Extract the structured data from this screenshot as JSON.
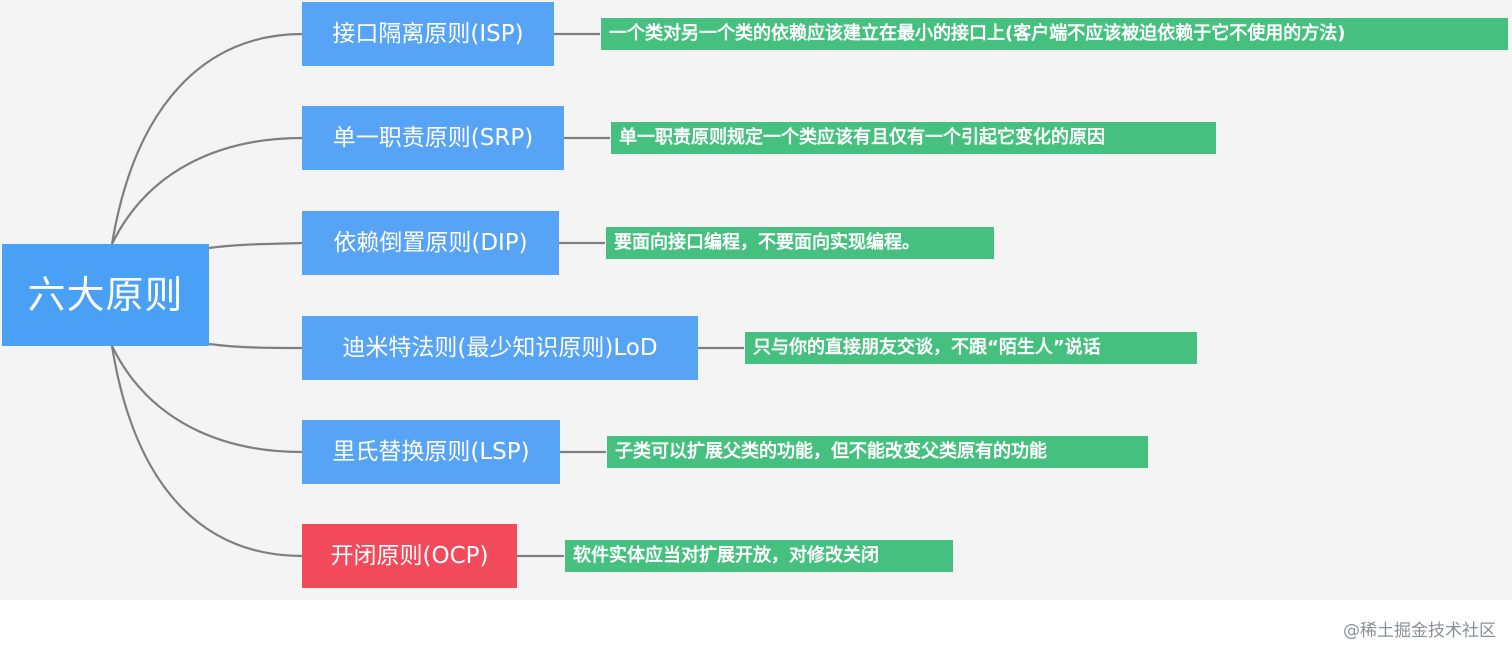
{
  "diagram": {
    "root": {
      "label": "六大原则"
    },
    "branches": [
      {
        "label": "接口隔离原则(ISP)",
        "description": "一个类对另一个类的依赖应该建立在最小的接口上(客户端不应该被迫依赖于它不使用的方法)"
      },
      {
        "label": "单一职责原则(SRP)",
        "description": "单一职责原则规定一个类应该有且仅有一个引起它变化的原因"
      },
      {
        "label": "依赖倒置原则(DIP)",
        "description": "要面向接口编程，不要面向实现编程。"
      },
      {
        "label": "迪米特法则(最少知识原则)LoD",
        "description": "只与你的直接朋友交谈，不跟“陌生人”说话"
      },
      {
        "label": "里氏替换原则(LSP)",
        "description": "子类可以扩展父类的功能，但不能改变父类原有的功能"
      },
      {
        "label": "开闭原则(OCP)",
        "description": "软件实体应当对扩展开放，对修改关闭"
      }
    ]
  },
  "watermark": "@稀土掘金技术社区",
  "colors": {
    "root_fill": "#4aa0f4",
    "branch_fill": "#57a3f5",
    "highlight_fill": "#f24a5a",
    "description_fill": "#45c07f",
    "connector": "#7f7f7f",
    "background": "#f4f4f4"
  }
}
